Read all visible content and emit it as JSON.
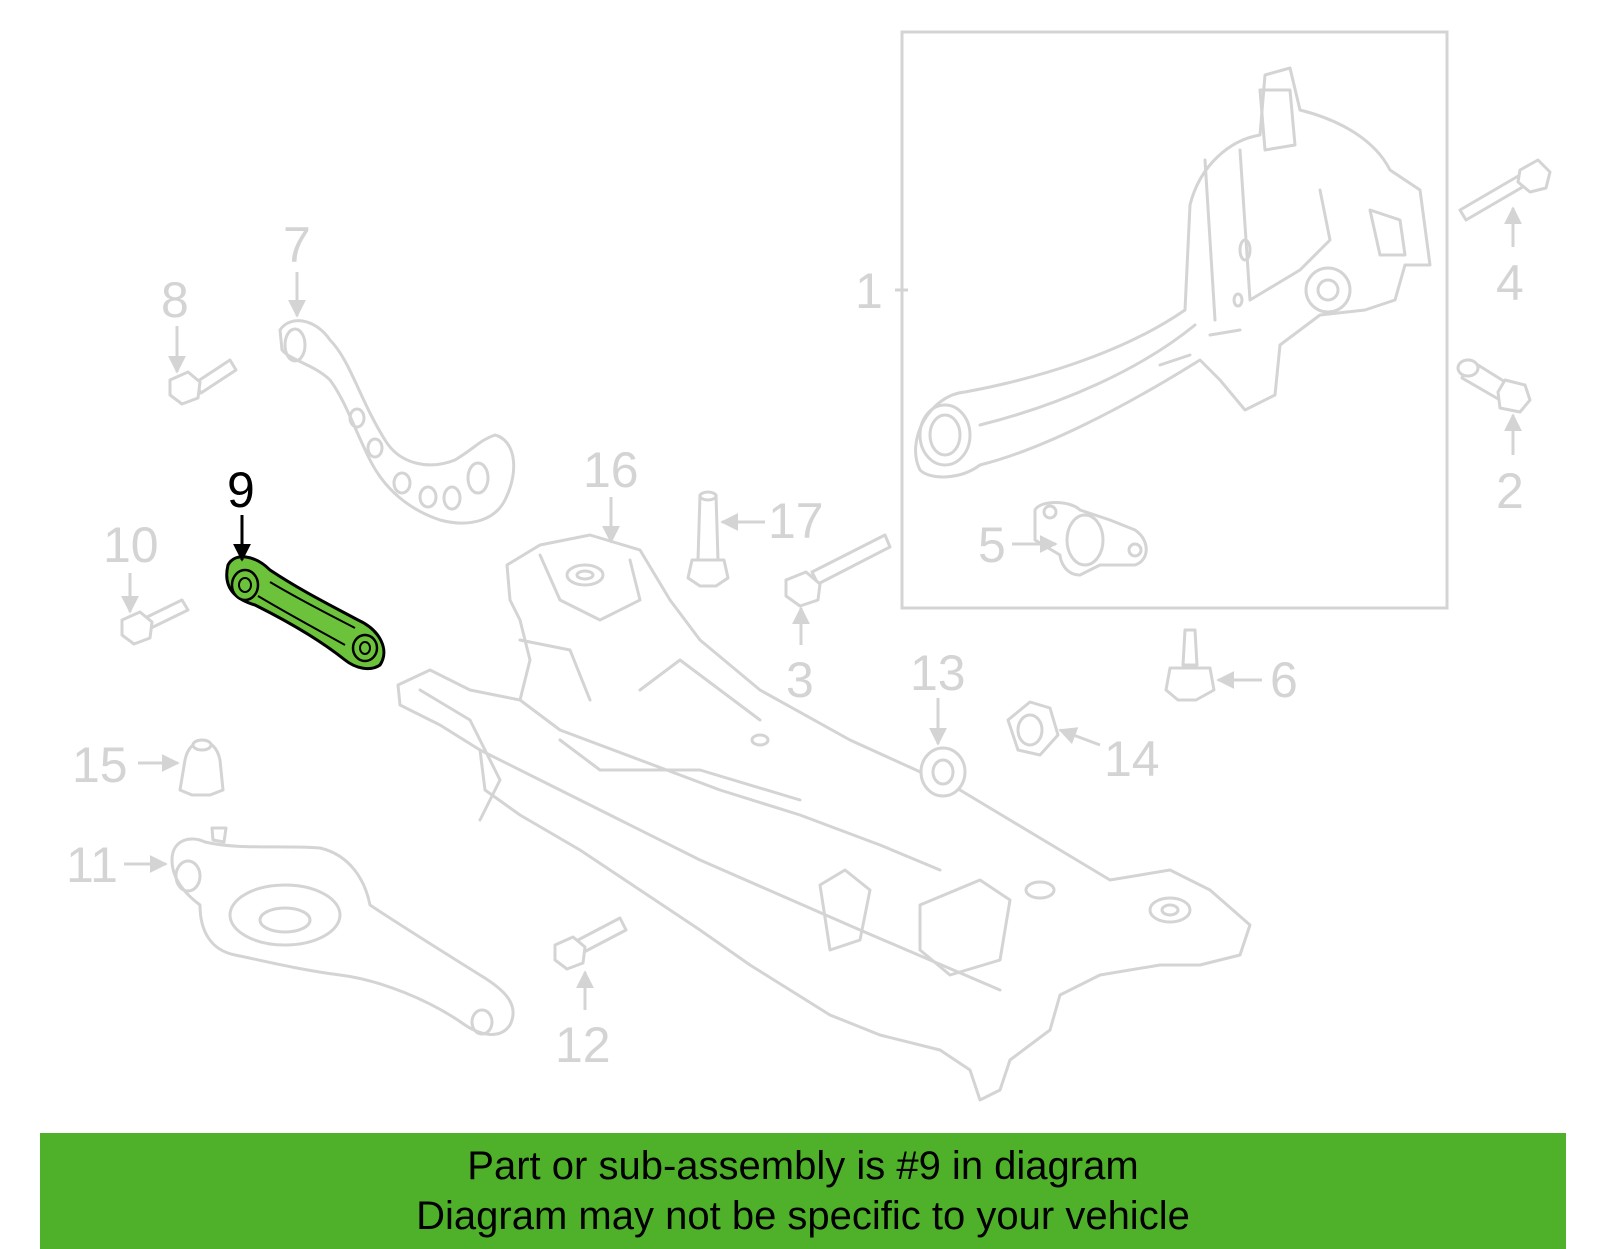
{
  "diagram": {
    "highlighted_part": "9",
    "colors": {
      "highlight": "#6cc23a",
      "banner": "#4fb12a",
      "inactive": "#d4d4d4"
    },
    "callouts": [
      "1",
      "2",
      "3",
      "4",
      "5",
      "6",
      "7",
      "8",
      "9",
      "10",
      "11",
      "12",
      "13",
      "14",
      "15",
      "16",
      "17"
    ]
  },
  "banner": {
    "line1": "Part or sub-assembly is #9 in diagram",
    "line2": "Diagram may not be specific to your vehicle"
  }
}
